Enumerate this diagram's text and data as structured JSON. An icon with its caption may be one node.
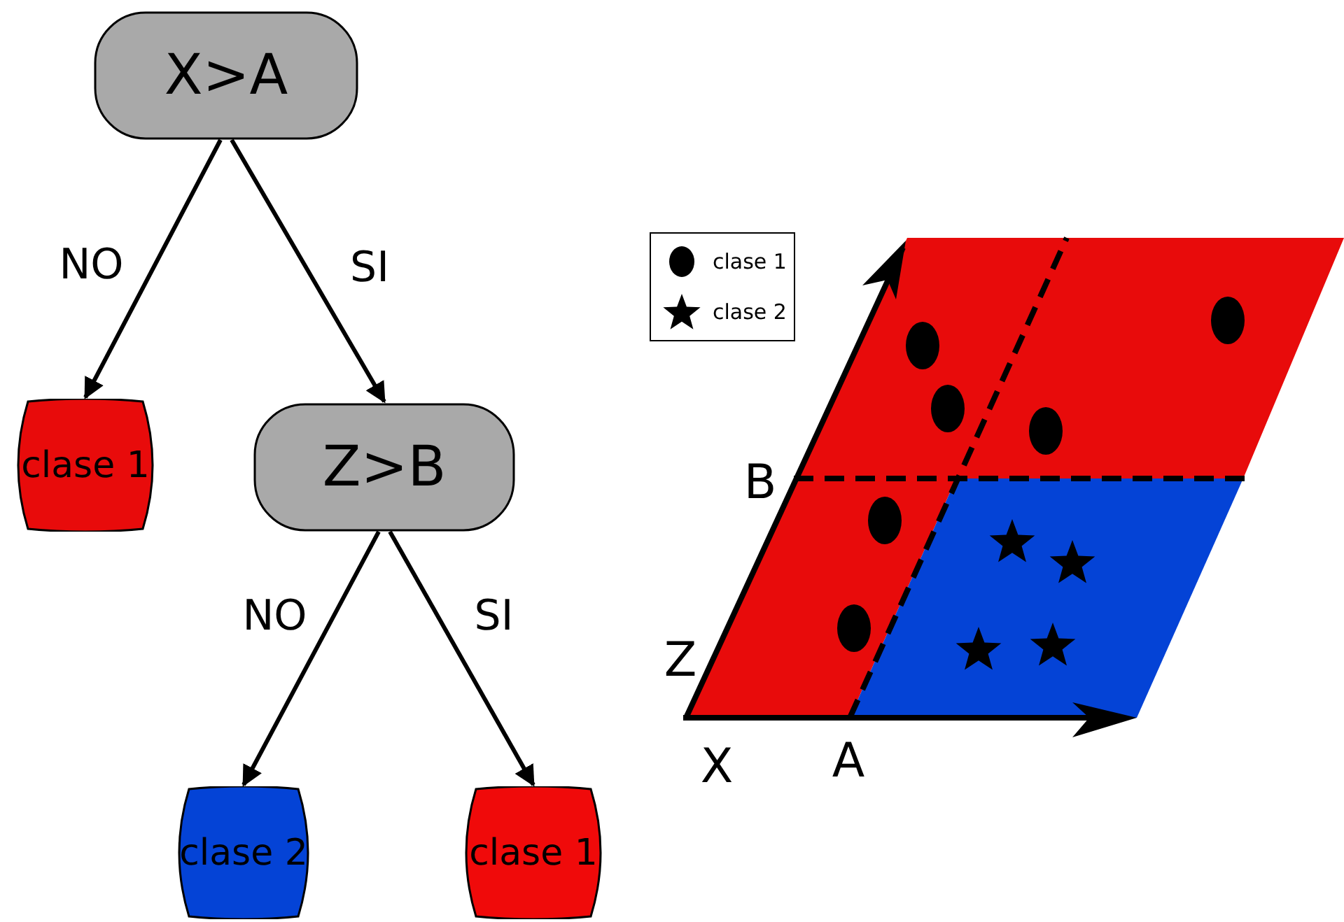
{
  "diagram": {
    "nodes": [
      {
        "text": [
          "X>A"
        ]
      },
      {
        "text": [
          "clase 1"
        ]
      },
      {
        "text": [
          "Z>B"
        ]
      },
      {
        "text": [
          "clase 2"
        ]
      },
      {
        "text": [
          "clase 1"
        ]
      }
    ],
    "edges": [
      {
        "from": 0,
        "to": 1,
        "arrow": "to",
        "label": "NO"
      },
      {
        "from": 0,
        "to": 2,
        "arrow": "to",
        "label": "SI"
      },
      {
        "from": 2,
        "to": 3,
        "arrow": "to",
        "label": "NO"
      },
      {
        "from": 2,
        "to": 4,
        "arrow": "to",
        "label": "SI"
      }
    ],
    "labels": [
      "B",
      "Z",
      "X",
      "A"
    ],
    "legend": [
      {
        "text": "clase 1"
      },
      {
        "text": "clase 2"
      }
    ]
  }
}
